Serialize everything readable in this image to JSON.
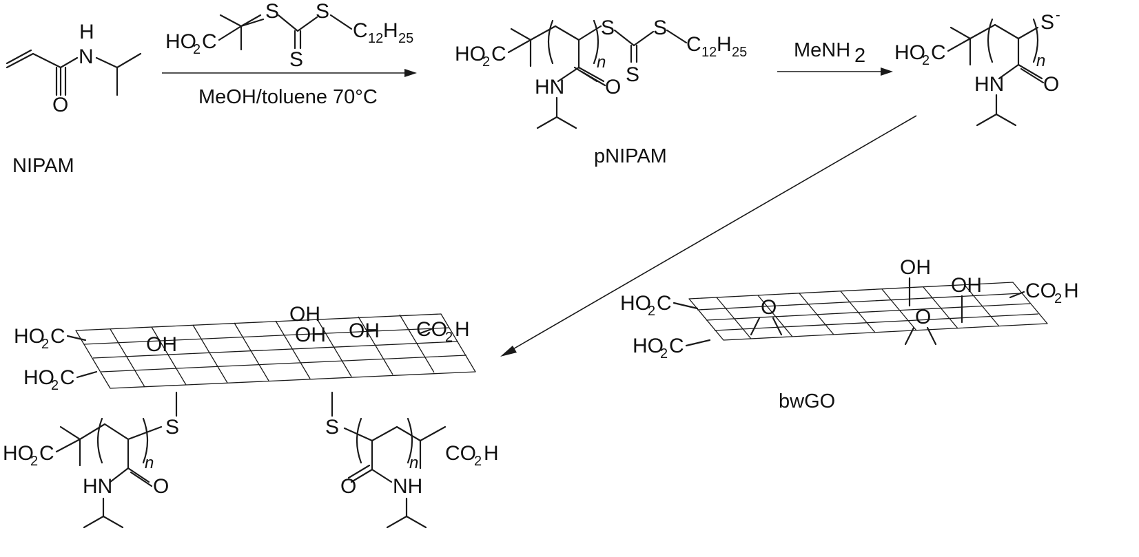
{
  "reaction": {
    "step1_conditions": "MeOH/toluene 70°C",
    "step2_reagent": {
      "main": "MeNH",
      "sub": "2"
    }
  },
  "compounds": {
    "monomer_name": "NIPAM",
    "polymer_name": "pNIPAM",
    "graphene_oxide_name": "bwGO"
  },
  "atoms": {
    "S": "S",
    "O": "O",
    "N": "N",
    "H": "H",
    "HN": "HN",
    "NH": "NH",
    "OH": "OH",
    "HO": "HO",
    "CO": "CO",
    "C": "C",
    "two": "2",
    "twelve": "12",
    "twentyfive": "25",
    "n": "n",
    "minus": "-"
  }
}
